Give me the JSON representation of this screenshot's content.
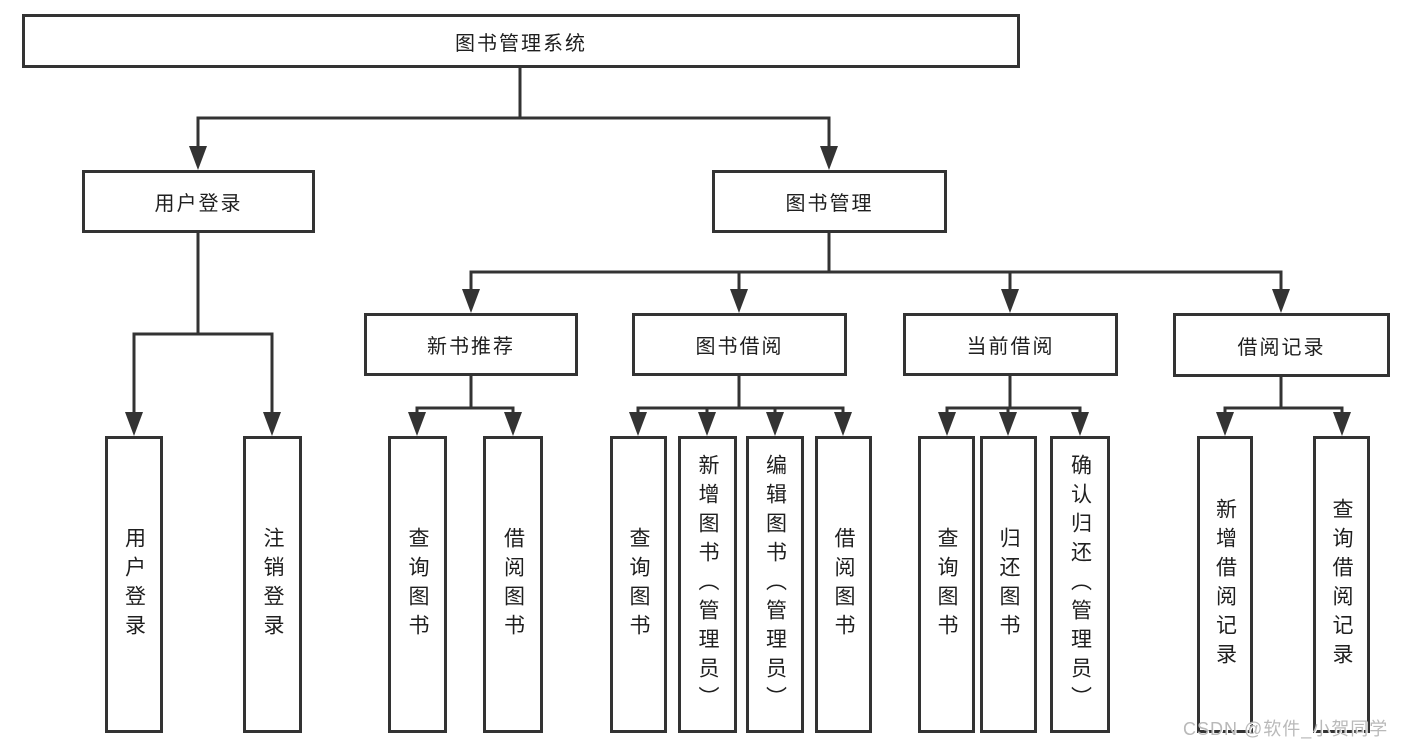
{
  "colors": {
    "line": "#333333",
    "box_border": "#333333",
    "text": "#1f1f1f",
    "watermark": "#b9b9b9",
    "background": "#ffffff"
  },
  "diagram": {
    "root": "图书管理系统",
    "level2": {
      "user_login": "用户登录",
      "book_management": "图书管理"
    },
    "level3": {
      "new_book_recommend": "新书推荐",
      "book_borrowing": "图书借阅",
      "current_borrowing": "当前借阅",
      "borrowing_records": "借阅记录"
    },
    "leaves": {
      "user_login_leaf": "用户登录",
      "logout": "注销登录",
      "nb_query_books": "查询图书",
      "nb_borrow_books": "借阅图书",
      "bb_query_books": "查询图书",
      "bb_add_books": "新增图书（管理员）",
      "bb_edit_books": "编辑图书（管理员）",
      "bb_borrow_books": "借阅图书",
      "cb_query_books": "查询图书",
      "cb_return_books": "归还图书",
      "cb_confirm_return": "确认归还（管理员）",
      "br_add_record": "新增借阅记录",
      "br_query_record": "查询借阅记录"
    }
  },
  "watermark": {
    "text": "CSDN @软件_小贺同学"
  }
}
